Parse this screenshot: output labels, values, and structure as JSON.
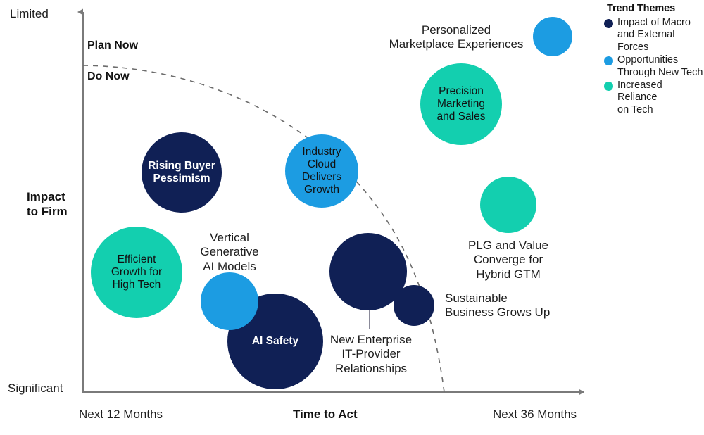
{
  "chart_data": {
    "type": "scatter",
    "title": "",
    "xlabel": "Time to Act",
    "ylabel": "Impact to Firm",
    "x_tick_labels": [
      "Next 12 Months",
      "Next 36 Months"
    ],
    "y_tick_labels": [
      "Limited",
      "Significant"
    ],
    "grid": false,
    "legend_position": "top-right",
    "zones": [
      {
        "label": "Plan Now",
        "x": 124,
        "y": 56
      },
      {
        "label": "Do Now",
        "x": 124,
        "y": 100
      }
    ],
    "colors": {
      "navy": "#102055",
      "blue": "#1C9CE2",
      "teal": "#13CFAF",
      "axis": "#7a7a7a",
      "text": "#1d1d1d",
      "leader": "#8a8a99"
    },
    "series": [
      {
        "name": "Impact of Macro and External Forces",
        "color_key": "navy",
        "points": [
          {
            "label": "Rising Buyer\nPessimism",
            "cx": 258,
            "cy": 245,
            "r": 57,
            "label_placement": "inside",
            "label_color": "#ffffff",
            "label_bold": true
          },
          {
            "label": "AI Safety",
            "cx": 391,
            "cy": 485,
            "r": 68,
            "label_placement": "inside",
            "label_color": "#ffffff",
            "label_bold": true
          },
          {
            "label": "New Enterprise\nIT-Provider\nRelationships",
            "cx": 523,
            "cy": 386,
            "r": 55,
            "label_placement": "outside",
            "label_x": 527,
            "label_y": 473,
            "label_align": "center",
            "leader": {
              "x1": 525,
              "y1": 420,
              "x2": 525,
              "y2": 467
            }
          },
          {
            "label": "Sustainable\nBusiness Grows Up",
            "cx": 588,
            "cy": 434,
            "r": 29,
            "label_placement": "outside",
            "label_x": 632,
            "label_y": 414,
            "label_align": "left"
          }
        ]
      },
      {
        "name": "Opportunities Through New Tech",
        "color_key": "blue",
        "points": [
          {
            "label": "Industry\nCloud\nDelivers\nGrowth",
            "cx": 457,
            "cy": 243,
            "r": 52,
            "label_placement": "inside",
            "label_color": "#111111",
            "label_bold": false
          },
          {
            "label": "Vertical\nGenerative\nAI Models",
            "cx": 326,
            "cy": 428,
            "r": 41,
            "label_placement": "outside",
            "label_x": 326,
            "label_y": 328,
            "label_align": "center"
          },
          {
            "label": "Personalized\nMarketplace Experiences",
            "cx": 785,
            "cy": 52,
            "r": 28,
            "label_placement": "outside",
            "label_x": 648,
            "label_y": 33,
            "label_align": "center"
          }
        ]
      },
      {
        "name": "Increased Reliance on Tech",
        "color_key": "teal",
        "points": [
          {
            "label": "Precision\nMarketing\nand Sales",
            "cx": 655,
            "cy": 148,
            "r": 58,
            "label_placement": "inside",
            "label_color": "#111111",
            "label_bold": false
          },
          {
            "label": "Efficient\nGrowth for\nHigh Tech",
            "cx": 194,
            "cy": 387,
            "r": 65,
            "label_placement": "inside",
            "label_color": "#111111",
            "label_bold": false
          },
          {
            "label": "PLG and Value\nConverge for\nHybrid GTM",
            "cx": 722,
            "cy": 291,
            "r": 40,
            "label_placement": "outside",
            "label_x": 722,
            "label_y": 339,
            "label_align": "center"
          }
        ]
      }
    ]
  },
  "axes": {
    "y_top_label": "Limited",
    "y_bottom_label": "Significant",
    "y_title": "Impact\nto Firm",
    "x_left_label": "Next 12 Months",
    "x_right_label": "Next 36 Months",
    "x_title": "Time to Act"
  },
  "zones": {
    "upper": "Plan Now",
    "lower": "Do Now"
  },
  "legend": {
    "title": "Trend Themes",
    "items": [
      {
        "label": "Impact of Macro\nand External\nForces",
        "color": "#102055"
      },
      {
        "label": "Opportunities\nThrough New Tech",
        "color": "#1C9CE2"
      },
      {
        "label": "Increased Reliance\non Tech",
        "color": "#13CFAF"
      }
    ]
  }
}
